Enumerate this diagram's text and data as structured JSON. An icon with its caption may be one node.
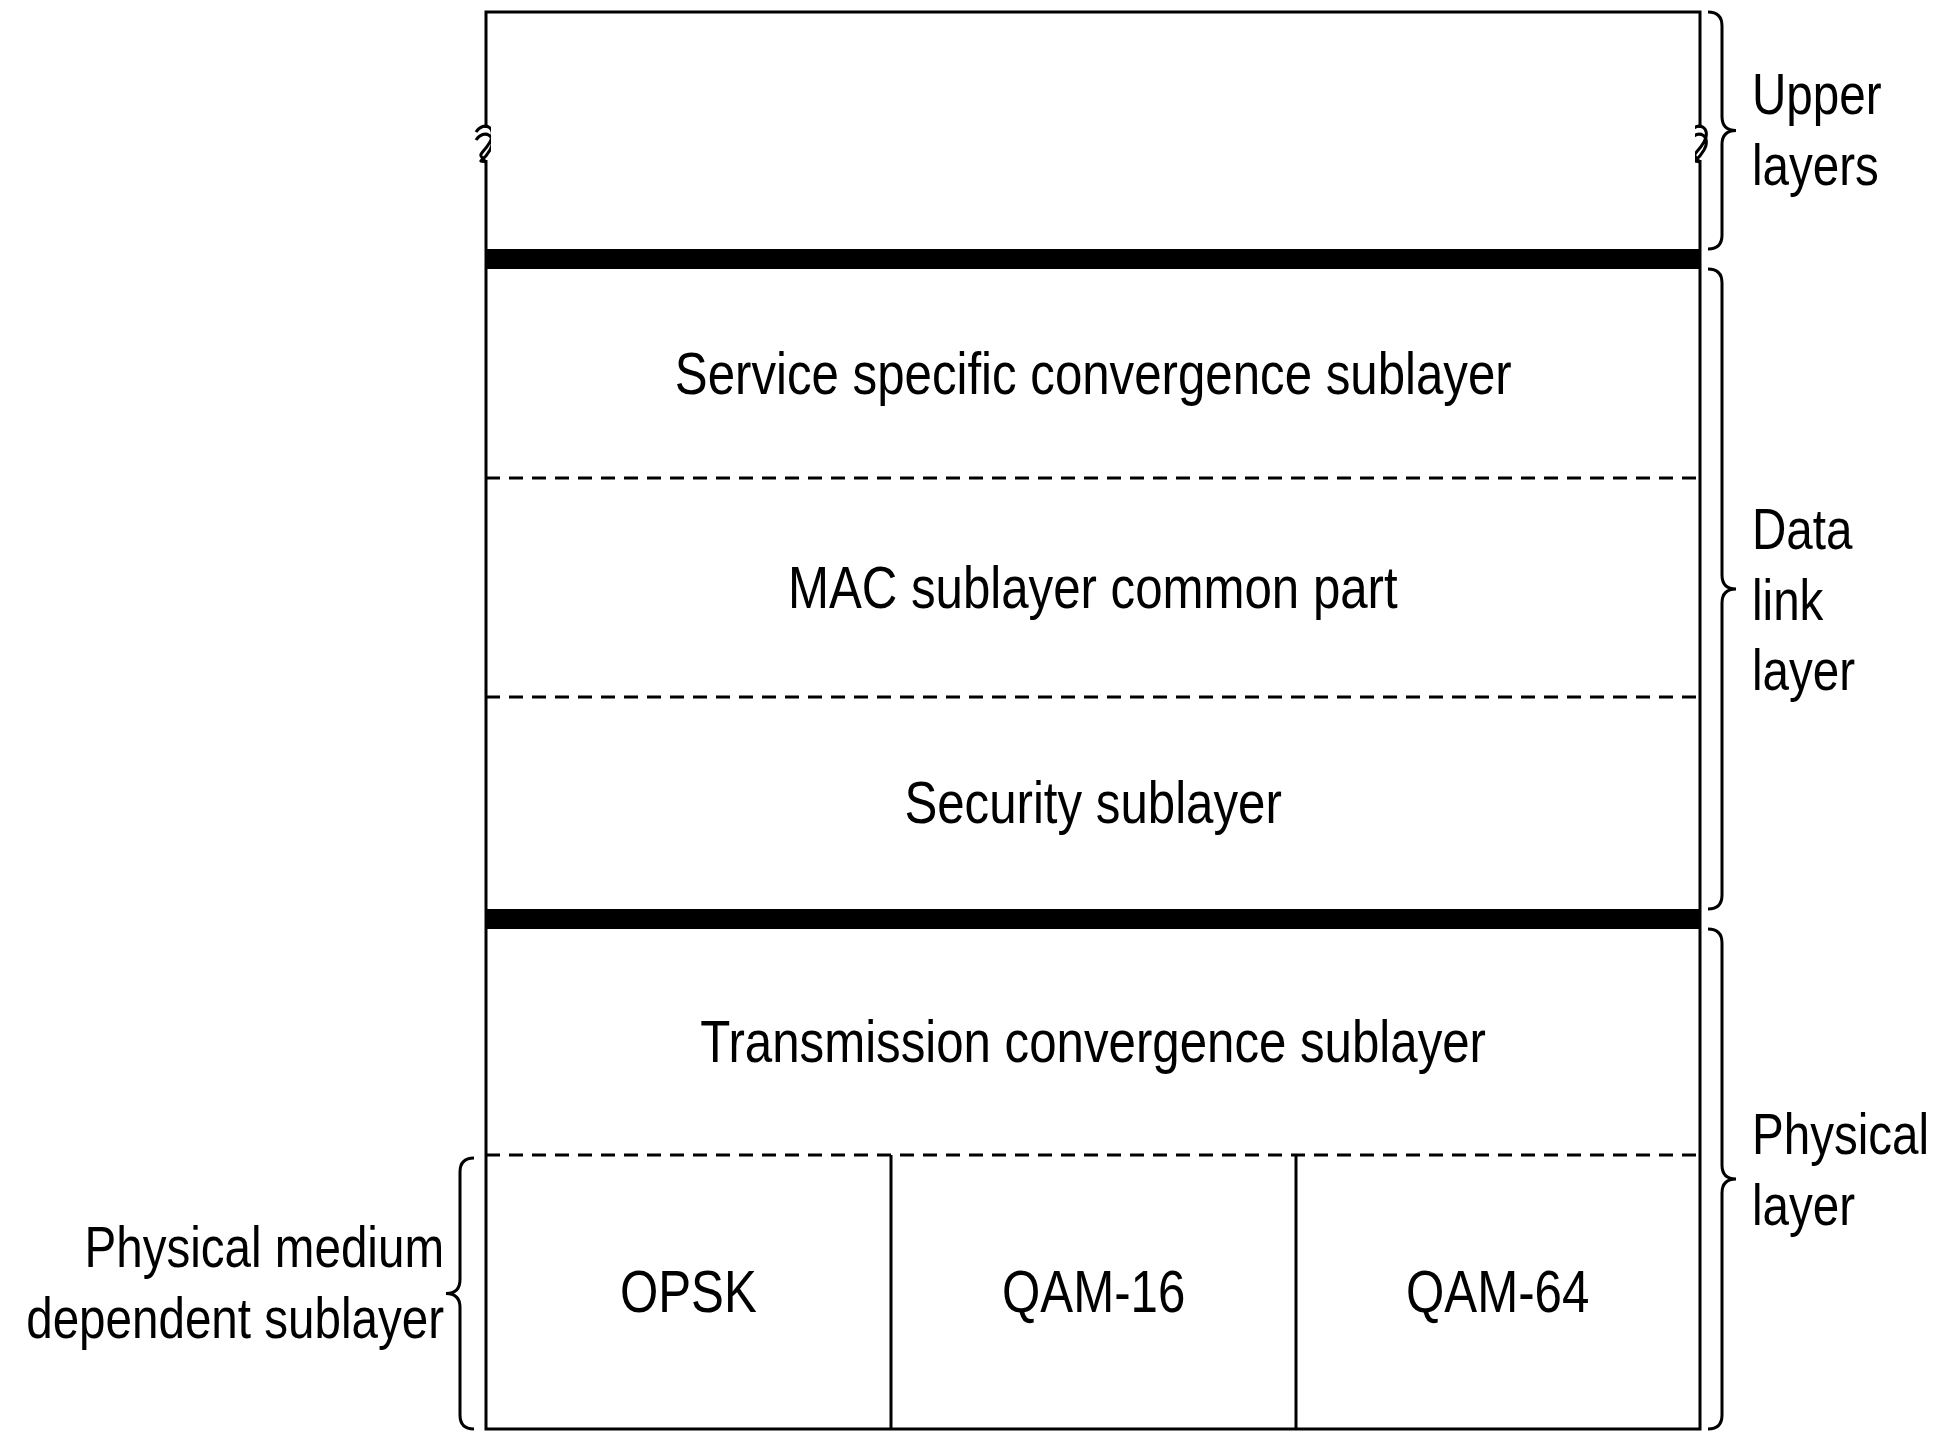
{
  "diagram": {
    "nodes": [
      {
        "text": [],
        "shape": "box"
      },
      {
        "text": [
          "Service specific convergence sublayer"
        ]
      },
      {
        "text": [
          "MAC sublayer common part"
        ]
      },
      {
        "text": [
          "Security sublayer"
        ]
      },
      {
        "text": [
          "Transmission convergence sublayer"
        ]
      },
      {
        "text": [
          "OPSK"
        ]
      },
      {
        "text": [
          "QAM-16"
        ]
      },
      {
        "text": [
          "QAM-64"
        ]
      }
    ],
    "labels": [
      "Upper layers",
      "Data link layer",
      "Physical layer",
      "Physical medium dependent sublayer"
    ]
  }
}
